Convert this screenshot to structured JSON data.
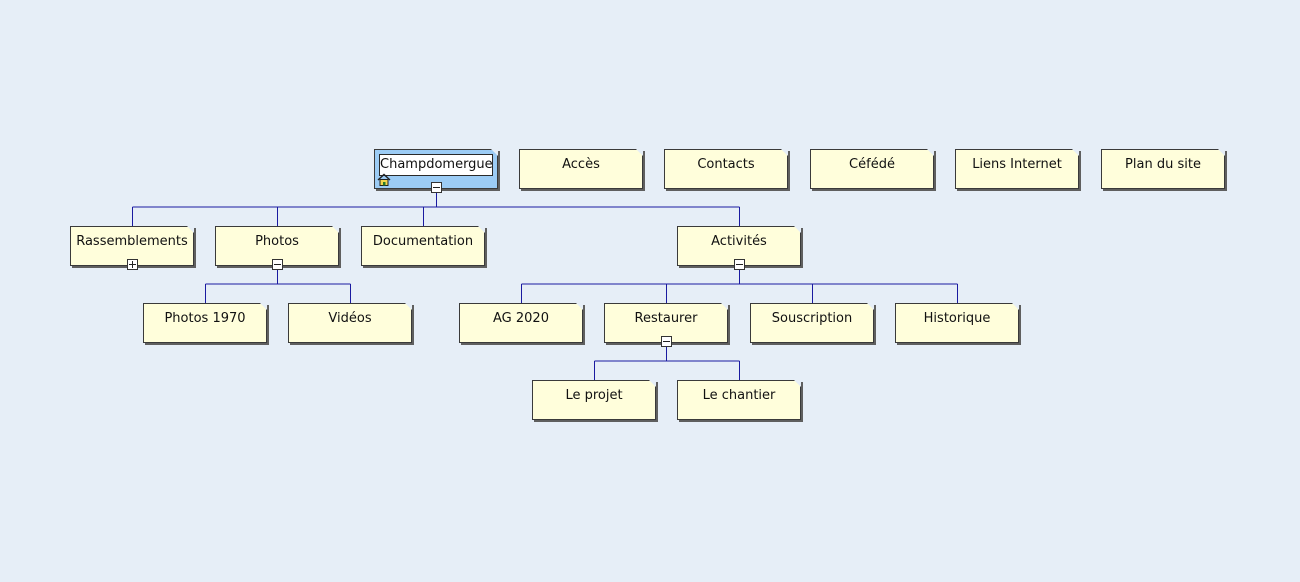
{
  "sitemap": {
    "nodes": [
      {
        "id": "champdomergue",
        "label": "Champdomergue",
        "selected": true,
        "home": true,
        "toggle": "minus"
      },
      {
        "id": "acces",
        "label": "Accès"
      },
      {
        "id": "contacts",
        "label": "Contacts"
      },
      {
        "id": "cefede",
        "label": "Céfédé"
      },
      {
        "id": "liens-internet",
        "label": "Liens Internet"
      },
      {
        "id": "plan-du-site",
        "label": "Plan du site"
      },
      {
        "id": "rassemblements",
        "label": "Rassemblements",
        "toggle": "plus"
      },
      {
        "id": "photos",
        "label": "Photos",
        "toggle": "minus"
      },
      {
        "id": "documentation",
        "label": "Documentation"
      },
      {
        "id": "activites",
        "label": "Activités",
        "toggle": "minus"
      },
      {
        "id": "photos-1970",
        "label": "Photos 1970"
      },
      {
        "id": "videos",
        "label": "Vidéos"
      },
      {
        "id": "ag-2020",
        "label": "AG 2020"
      },
      {
        "id": "restaurer",
        "label": "Restaurer",
        "toggle": "minus"
      },
      {
        "id": "souscription",
        "label": "Souscription"
      },
      {
        "id": "historique",
        "label": "Historique"
      },
      {
        "id": "le-projet",
        "label": "Le projet"
      },
      {
        "id": "le-chantier",
        "label": "Le chantier"
      }
    ],
    "links": [
      {
        "parent": "champdomergue",
        "children": [
          "rassemblements",
          "photos",
          "documentation",
          "activites"
        ]
      },
      {
        "parent": "photos",
        "children": [
          "photos-1970",
          "videos"
        ]
      },
      {
        "parent": "activites",
        "children": [
          "ag-2020",
          "restaurer",
          "souscription",
          "historique"
        ]
      },
      {
        "parent": "restaurer",
        "children": [
          "le-projet",
          "le-chantier"
        ]
      }
    ],
    "colors": {
      "node_fill": "#fffedb",
      "selected_fill": "#9cccf5",
      "link": "#1a1aa0",
      "background": "#e6eef7"
    }
  }
}
